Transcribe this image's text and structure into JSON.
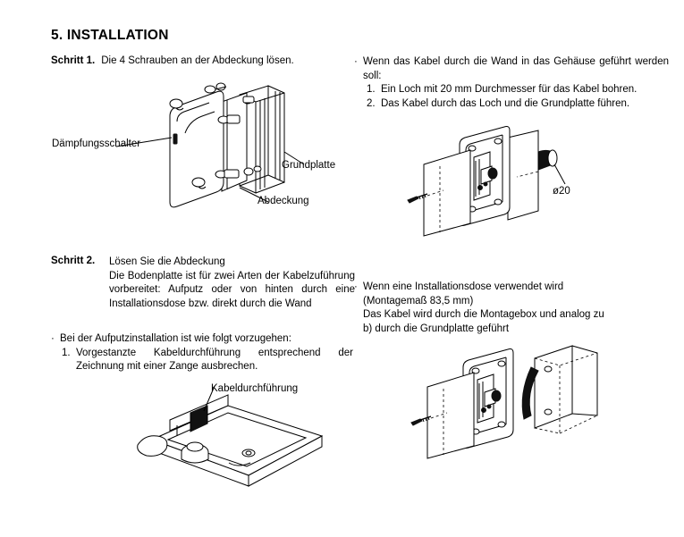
{
  "document": {
    "title": "5. INSTALLATION"
  },
  "steps": {
    "step1": {
      "label": "Schritt 1.",
      "text": "Die 4 Schrauben an der Abdeckung lösen."
    },
    "step2": {
      "label": "Schritt 2.",
      "lines": [
        "Lösen Sie die Abdeckung",
        "Die Bodenplatte ist für zwei Arten der Kabelzuführung vorbereitet: Aufputz oder von hinten durch eine Installationsdose bzw. direkt durch die Wand"
      ]
    }
  },
  "left_bullet": {
    "marker": "·",
    "text": "Bei der Aufputzinstallation ist wie folgt vorzugehen:",
    "items": [
      {
        "number": "1.",
        "text": "Vorgestanzte Kabeldurchführung entsprechend der Zeichnung mit einer Zange ausbrechen."
      }
    ]
  },
  "right_bullets": [
    {
      "marker": "·",
      "text": "Wenn das Kabel durch die Wand in das Gehäuse geführt werden soll:",
      "items": [
        {
          "number": "1.",
          "text": "Ein Loch mit 20 mm Durchmesser für das Kabel bohren."
        },
        {
          "number": "2.",
          "text": "Das Kabel durch das Loch und die Grundplatte führen."
        }
      ]
    },
    {
      "marker": "·",
      "lines": [
        "Wenn eine Installationsdose verwendet wird",
        "(Montagemaß 83,5 mm)",
        "Das Kabel wird durch die Montagebox und analog zu",
        "b) durch die Grundplatte geführt"
      ]
    }
  ],
  "callouts": {
    "daempfungsschalter": "Dämpfungsschalter",
    "grundplatte": "Grundplatte",
    "abdeckung": "Abdeckung",
    "diameter20": "ø20",
    "kabeldurchfuehrung": "Kabeldurchführung"
  },
  "figures": {
    "fig1_name": "housing-exploded-view",
    "fig2_name": "cable-through-wall-view",
    "fig3_name": "knockout-cable-entry-view",
    "fig4_name": "installation-box-view"
  }
}
